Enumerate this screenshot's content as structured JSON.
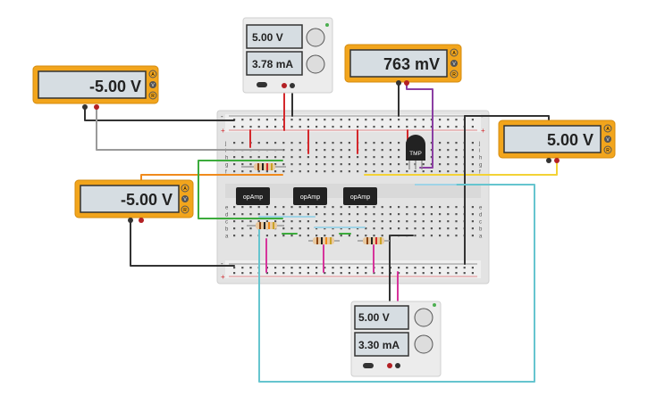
{
  "multimeters": [
    {
      "reading": "-5.00 V",
      "modes": [
        "A",
        "V",
        "R"
      ]
    },
    {
      "reading": "763 mV",
      "modes": [
        "A",
        "V",
        "R"
      ]
    },
    {
      "reading": "-5.00 V",
      "modes": [
        "A",
        "V",
        "R"
      ]
    },
    {
      "reading": "5.00 V",
      "modes": [
        "A",
        "V",
        "R"
      ]
    }
  ],
  "power_supplies": [
    {
      "voltage": "5.00 V",
      "current": "3.78 mA"
    },
    {
      "voltage": "5.00 V",
      "current": "3.30 mA"
    }
  ],
  "opamps": [
    {
      "label": "opAmp"
    },
    {
      "label": "opAmp"
    },
    {
      "label": "opAmp"
    }
  ],
  "sensor": {
    "label": "TMP"
  },
  "breadboard": {
    "row_letters_top": [
      "j",
      "i",
      "h",
      "g",
      "f"
    ],
    "row_letters_bottom": [
      "e",
      "d",
      "c",
      "b",
      "a"
    ],
    "rail_plus": "+",
    "rail_minus": "-"
  },
  "colors": {
    "meter_body": "#f2a51c",
    "meter_screen": "#d6dde2",
    "wire_black": "#333333",
    "wire_red": "#d4282c",
    "wire_green": "#3cab3c",
    "wire_orange": "#f08a1c",
    "wire_purple": "#8b3fa3",
    "wire_yellow": "#f3d235",
    "wire_cyan": "#66c5cf",
    "wire_pink": "#d6349b",
    "wire_gray": "#9a9a9a"
  }
}
